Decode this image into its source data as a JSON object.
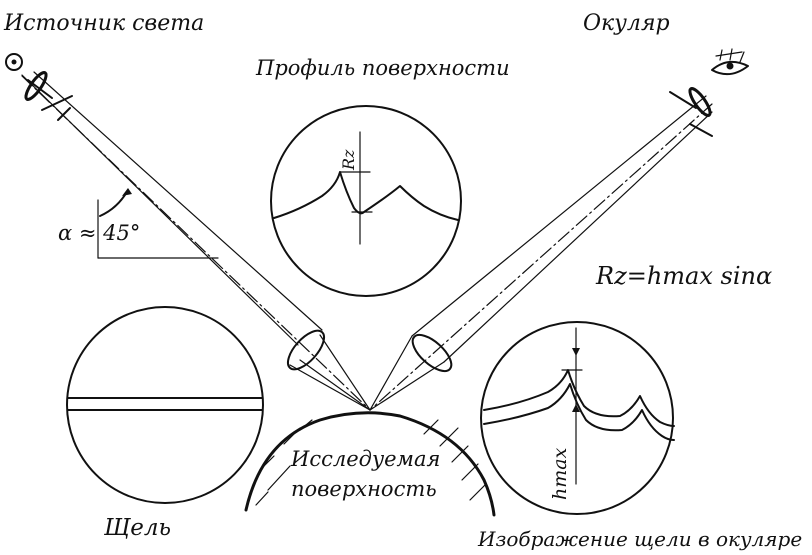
{
  "labels": {
    "light_source": "Источник света",
    "eyepiece": "Окуляр",
    "surface_profile": "Профиль поверхности",
    "formula": "Rz=hmax sinα",
    "angle": "α ≈ 45°",
    "rz_mark": "Rz",
    "slit": "Щель",
    "surface_line1": "Исследуемая",
    "surface_line2": "поверхность",
    "hmax_mark": "hmax",
    "slit_image": "Изображение щели в окуляре"
  }
}
